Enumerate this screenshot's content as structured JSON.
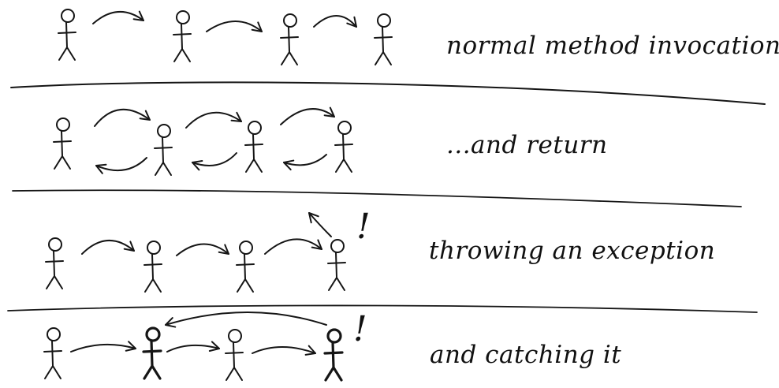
{
  "rows": [
    {
      "caption": "normal method invocation"
    },
    {
      "caption": "...and return"
    },
    {
      "caption": "throwing an exception"
    },
    {
      "caption": "and catching it"
    }
  ],
  "marks": {
    "exclamation": "!"
  }
}
